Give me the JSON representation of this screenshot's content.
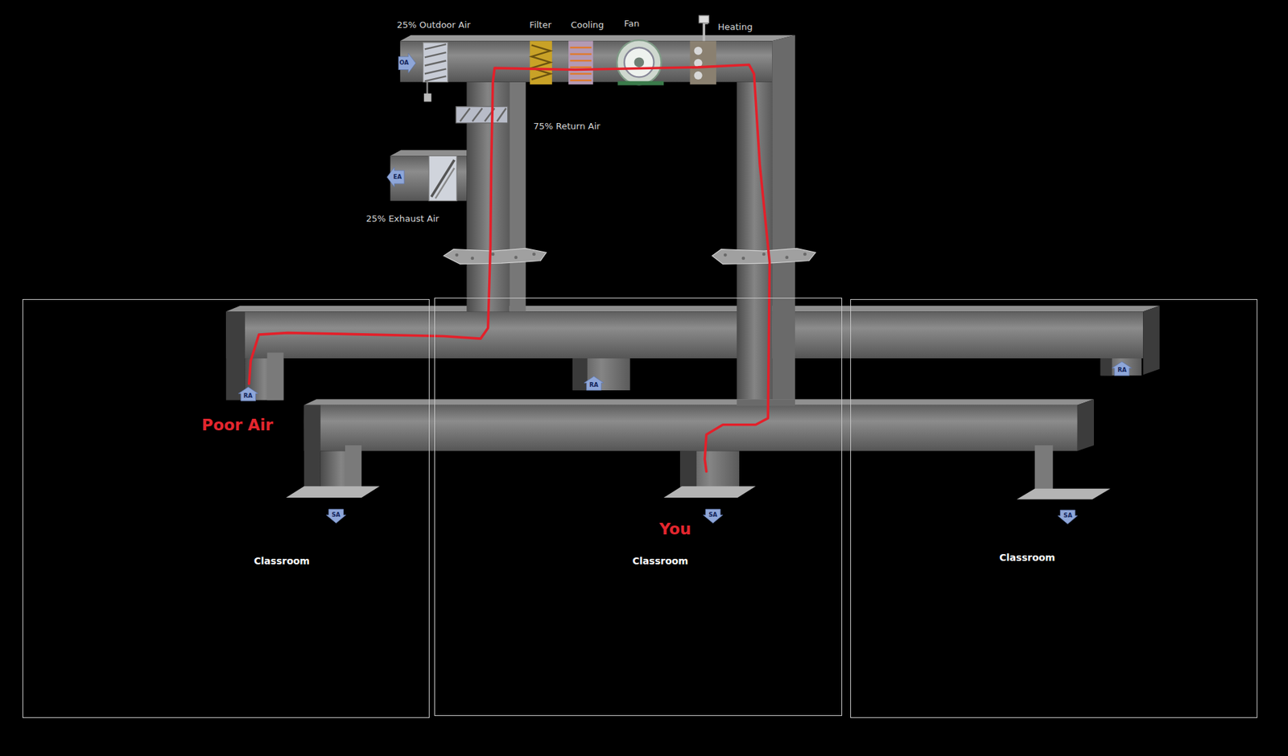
{
  "diagram": {
    "nodes": [
      {
        "text": [
          "Classroom"
        ]
      },
      {
        "text": [
          "Classroom"
        ]
      },
      {
        "text": [
          "Classroom"
        ]
      }
    ],
    "labels": [
      "25% Outdoor Air",
      "Filter",
      "Cooling",
      "Fan",
      "Heating",
      "75% Return Air",
      "25% Exhaust Air",
      "OA",
      "EA",
      "RA",
      "RA",
      "RA",
      "SA",
      "SA",
      "SA",
      "Poor Air",
      "You"
    ]
  }
}
